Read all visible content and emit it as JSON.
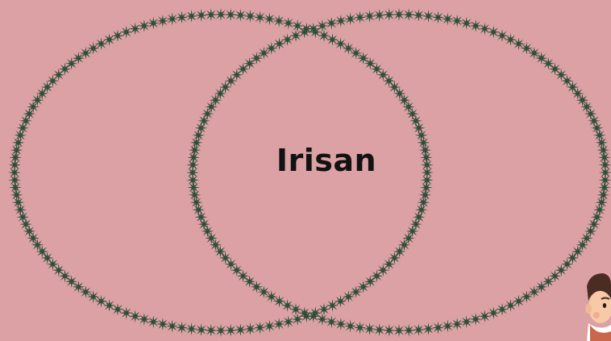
{
  "diagram": {
    "type": "venn",
    "sets": [
      {
        "name": ""
      },
      {
        "name": ""
      }
    ],
    "intersection_label": "Irisan",
    "border_style": "star-garland",
    "colors": {
      "background": "#dba1a5",
      "border": "#2f4f3a",
      "label": "#121212"
    }
  },
  "decoration": {
    "icon": "cartoon-character-icon"
  }
}
